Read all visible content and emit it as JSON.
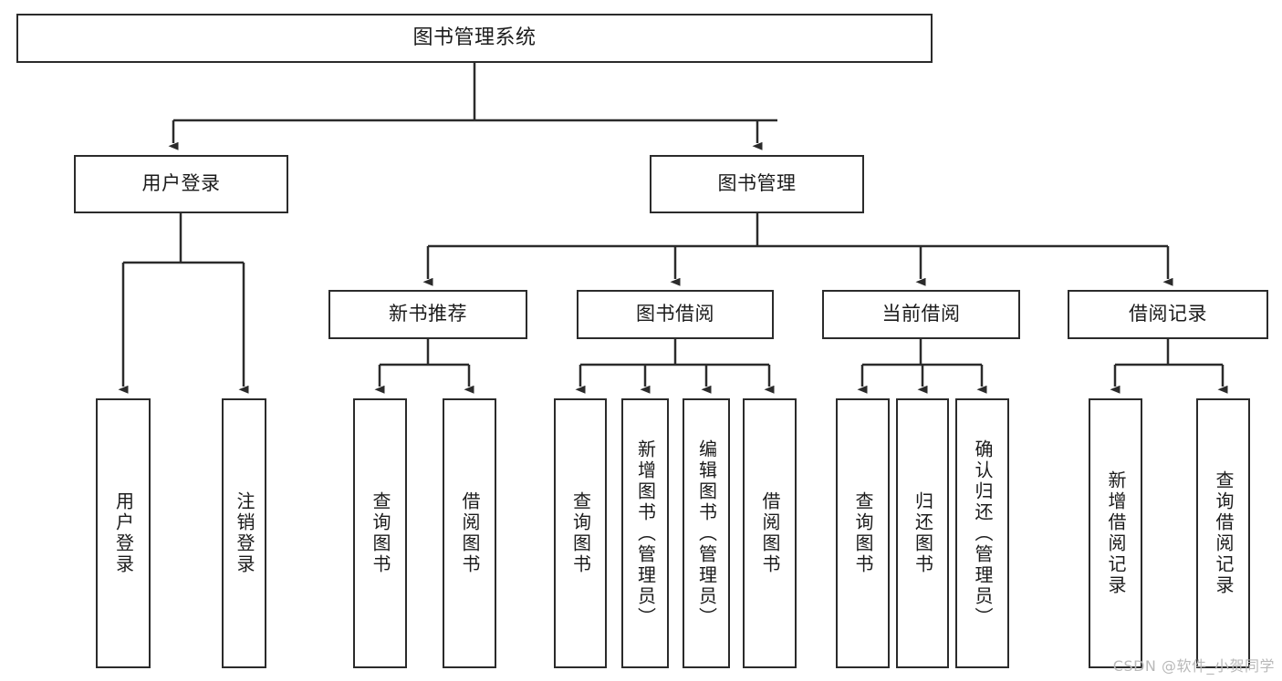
{
  "diagram": {
    "title": "图书管理系统",
    "type": "tree-hierarchy",
    "orientation": "top-down",
    "watermark": "CSDN @软件_小贺同学",
    "style": {
      "box_border_color": "#2b2b2b",
      "box_fill_color": "#ffffff",
      "edge_color": "#2b2b2b",
      "text_color": "#1b1b1b",
      "background_color": "#ffffff",
      "watermark_color": "#b9b9b9"
    },
    "levels": [
      {
        "level": 0,
        "nodes": [
          {
            "id": "root",
            "label": "图书管理系统",
            "orientation": "horizontal"
          }
        ]
      },
      {
        "level": 1,
        "nodes": [
          {
            "id": "login",
            "label": "用户登录",
            "orientation": "horizontal",
            "parent": "root"
          },
          {
            "id": "bookmgmt",
            "label": "图书管理",
            "orientation": "horizontal",
            "parent": "root"
          }
        ]
      },
      {
        "level": 2,
        "nodes": [
          {
            "id": "newbook",
            "label": "新书推荐",
            "orientation": "horizontal",
            "parent": "bookmgmt"
          },
          {
            "id": "borrow",
            "label": "图书借阅",
            "orientation": "horizontal",
            "parent": "bookmgmt"
          },
          {
            "id": "current",
            "label": "当前借阅",
            "orientation": "horizontal",
            "parent": "bookmgmt"
          },
          {
            "id": "records",
            "label": "借阅记录",
            "orientation": "horizontal",
            "parent": "bookmgmt"
          }
        ]
      },
      {
        "level": 3,
        "nodes": [
          {
            "id": "leaf1",
            "label": "用户登录",
            "orientation": "vertical",
            "parent": "login"
          },
          {
            "id": "leaf2",
            "label": "注销登录",
            "orientation": "vertical",
            "parent": "login"
          },
          {
            "id": "leaf3",
            "label": "查询图书",
            "orientation": "vertical",
            "parent": "newbook"
          },
          {
            "id": "leaf4",
            "label": "借阅图书",
            "orientation": "vertical",
            "parent": "newbook"
          },
          {
            "id": "leaf5",
            "label": "查询图书",
            "orientation": "vertical",
            "parent": "borrow"
          },
          {
            "id": "leaf6",
            "label": "新增图书（管理员）",
            "orientation": "vertical",
            "parent": "borrow"
          },
          {
            "id": "leaf7",
            "label": "编辑图书（管理员）",
            "orientation": "vertical",
            "parent": "borrow"
          },
          {
            "id": "leaf8",
            "label": "借阅图书",
            "orientation": "vertical",
            "parent": "borrow"
          },
          {
            "id": "leaf9",
            "label": "查询图书",
            "orientation": "vertical",
            "parent": "current"
          },
          {
            "id": "leaf10",
            "label": "归还图书",
            "orientation": "vertical",
            "parent": "current"
          },
          {
            "id": "leaf11",
            "label": "确认归还（管理员）",
            "orientation": "vertical",
            "parent": "current"
          },
          {
            "id": "leaf12",
            "label": "新增借阅记录",
            "orientation": "vertical",
            "parent": "records"
          },
          {
            "id": "leaf13",
            "label": "查询借阅记录",
            "orientation": "vertical",
            "parent": "records"
          }
        ]
      }
    ]
  }
}
